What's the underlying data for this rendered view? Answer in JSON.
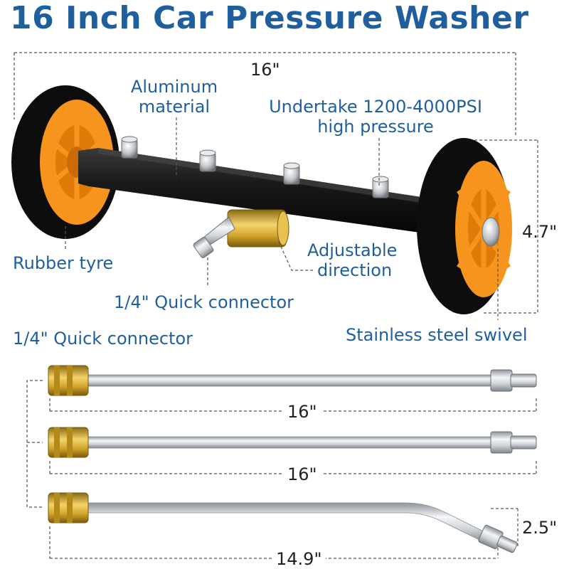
{
  "title": "16 Inch Car Pressure Washer",
  "colors": {
    "title": "#1f5f9e",
    "label": "#1f5f9e",
    "wheel_hub": "#f7941d",
    "tyre": "#111111",
    "brass": "#c9a227",
    "steel": "#c8ccd0"
  },
  "dimensions": {
    "bar_length": "16\"",
    "height": "4.7\"",
    "wand1_length": "16\"",
    "wand2_length": "16\"",
    "wand3_length": "14.9\"",
    "wand3_bend": "2.5\""
  },
  "labels": {
    "aluminum_line1": "Aluminum",
    "aluminum_line2": "material",
    "pressure_line1": "Undertake 1200-4000PSI",
    "pressure_line2": "high pressure",
    "rubber_tyre": "Rubber tyre",
    "adjustable_line1": "Adjustable",
    "adjustable_line2": "direction",
    "quick_connector_top": "1/4\" Quick connector",
    "stainless_swivel": "Stainless steel swivel",
    "quick_connector_bottom": "1/4\" Quick connector"
  },
  "icons": {
    "wheel": "wheel-icon",
    "nozzle": "nozzle-icon",
    "wand": "wand-icon"
  }
}
